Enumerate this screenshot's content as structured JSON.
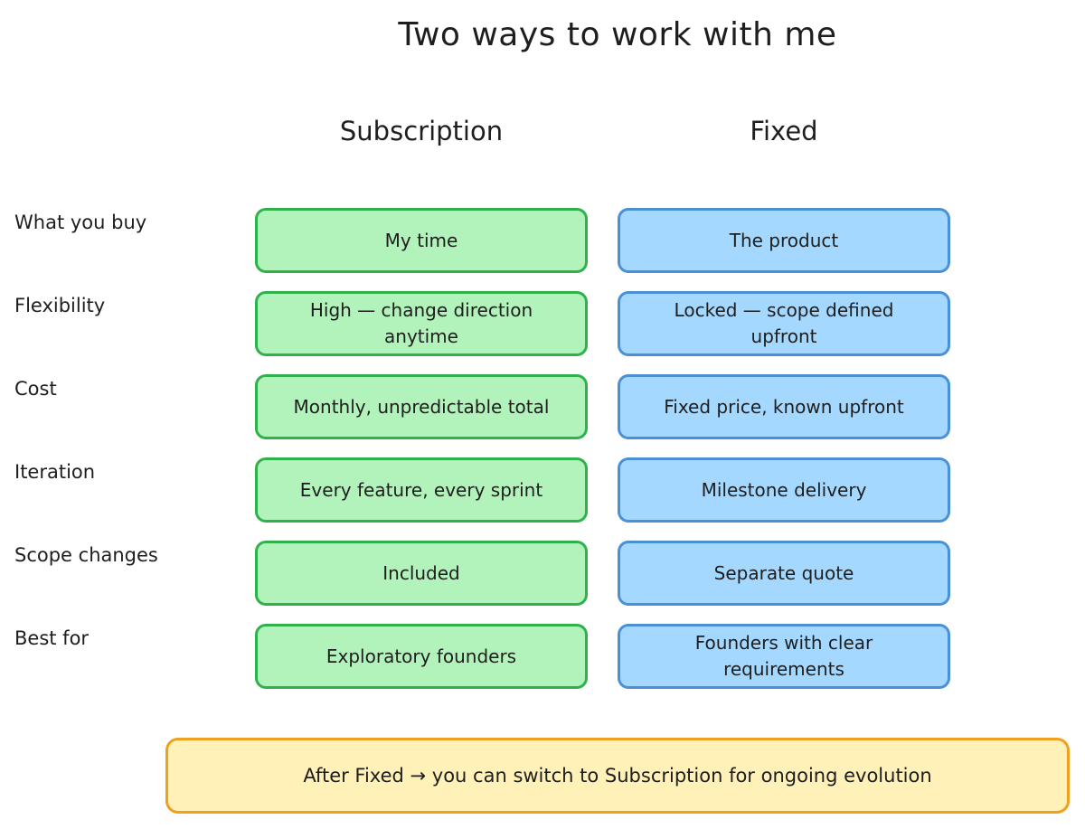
{
  "title": "Two ways to work with me",
  "columns": {
    "subscription": "Subscription",
    "fixed": "Fixed"
  },
  "rows": [
    {
      "label": "What you buy",
      "subscription": "My time",
      "fixed": "The product"
    },
    {
      "label": "Flexibility",
      "subscription": "High — change direction anytime",
      "fixed": "Locked — scope defined upfront"
    },
    {
      "label": "Cost",
      "subscription": "Monthly, unpredictable total",
      "fixed": "Fixed price, known upfront"
    },
    {
      "label": "Iteration",
      "subscription": "Every feature, every sprint",
      "fixed": "Milestone delivery"
    },
    {
      "label": "Scope changes",
      "subscription": "Included",
      "fixed": "Separate quote"
    },
    {
      "label": "Best for",
      "subscription": "Exploratory founders",
      "fixed": "Founders with clear requirements"
    }
  ],
  "note": "After Fixed → you can switch to Subscription for ongoing evolution",
  "colors": {
    "subscription_fill": "#b2f2bb",
    "subscription_stroke": "#2fb24c",
    "fixed_fill": "#a5d8ff",
    "fixed_stroke": "#4a90d9",
    "note_fill": "#fff1b8",
    "note_stroke": "#f0a020"
  }
}
